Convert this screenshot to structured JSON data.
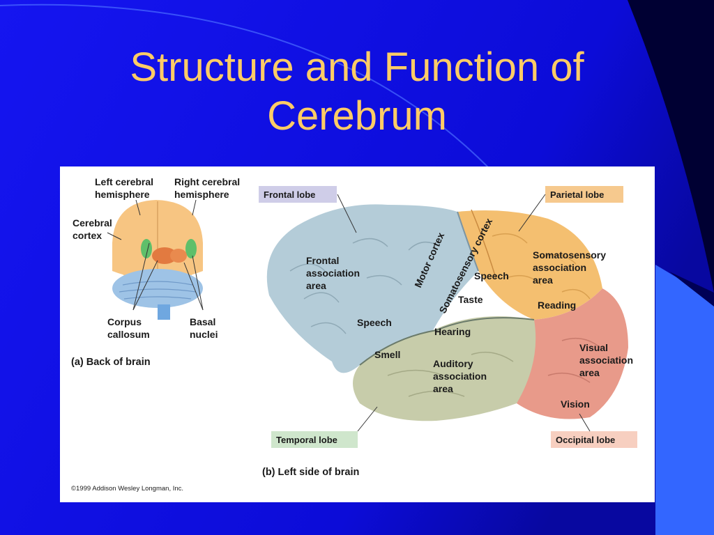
{
  "slide": {
    "title_line1": "Structure and Function of",
    "title_line2": "Cerebrum",
    "colors": {
      "background": "#1010e8",
      "title": "#ffcc66",
      "accent_dark": "#000033",
      "accent_light": "#3366ff"
    }
  },
  "figure_a": {
    "labels": {
      "left_hemisphere_1": "Left cerebral",
      "left_hemisphere_2": "hemisphere",
      "right_hemisphere_1": "Right cerebral",
      "right_hemisphere_2": "hemisphere",
      "cortex_1": "Cerebral",
      "cortex_2": "cortex",
      "corpus_1": "Corpus",
      "corpus_2": "callosum",
      "basal_1": "Basal",
      "basal_2": "nuclei"
    },
    "caption": "(a) Back of brain"
  },
  "figure_b": {
    "lobes": {
      "frontal": "Frontal lobe",
      "parietal": "Parietal lobe",
      "temporal": "Temporal lobe",
      "occipital": "Occipital lobe"
    },
    "areas": {
      "frontal_assoc_1": "Frontal",
      "frontal_assoc_2": "association",
      "frontal_assoc_3": "area",
      "motor_cortex": "Motor cortex",
      "somatosensory_cortex": "Somatosensory cortex",
      "speech_parietal": "Speech",
      "somato_assoc_1": "Somatosensory",
      "somato_assoc_2": "association",
      "somato_assoc_3": "area",
      "taste": "Taste",
      "reading": "Reading",
      "speech_frontal": "Speech",
      "hearing": "Hearing",
      "smell": "Smell",
      "auditory_1": "Auditory",
      "auditory_2": "association",
      "auditory_3": "area",
      "visual_1": "Visual",
      "visual_2": "association",
      "visual_3": "area",
      "vision": "Vision"
    },
    "caption": "(b) Left side of brain"
  },
  "copyright": "©1999 Addison Wesley Longman, Inc."
}
